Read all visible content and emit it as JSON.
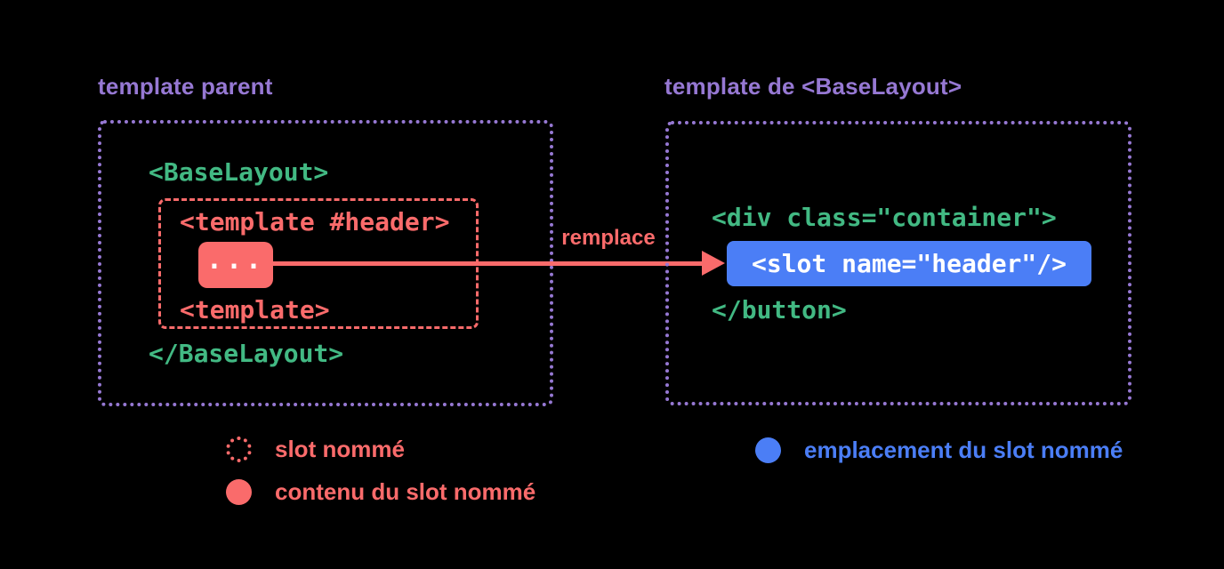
{
  "colors": {
    "background": "#000000",
    "purple": "#9678d3",
    "green": "#42b983",
    "red": "#fa6b6b",
    "blue": "#4b7ef6",
    "white": "#ffffff"
  },
  "left_panel": {
    "title": "template parent",
    "code_open": "<BaseLayout>",
    "code_close": "</BaseLayout>",
    "slot_box": {
      "open": "<template #header>",
      "content": "...",
      "close": "<template>"
    }
  },
  "arrow": {
    "label": "remplace"
  },
  "right_panel": {
    "title": "template de <BaseLayout>",
    "code_open": "<div class=\"container\">",
    "slot": "<slot name=\"header\"/>",
    "code_close": "</button>"
  },
  "legend": {
    "items": [
      {
        "marker": "dotted-red-circle",
        "label": "slot nommé"
      },
      {
        "marker": "solid-red-circle",
        "label": "contenu du slot nommé"
      },
      {
        "marker": "solid-blue-circle",
        "label": "emplacement du slot nommé"
      }
    ]
  }
}
